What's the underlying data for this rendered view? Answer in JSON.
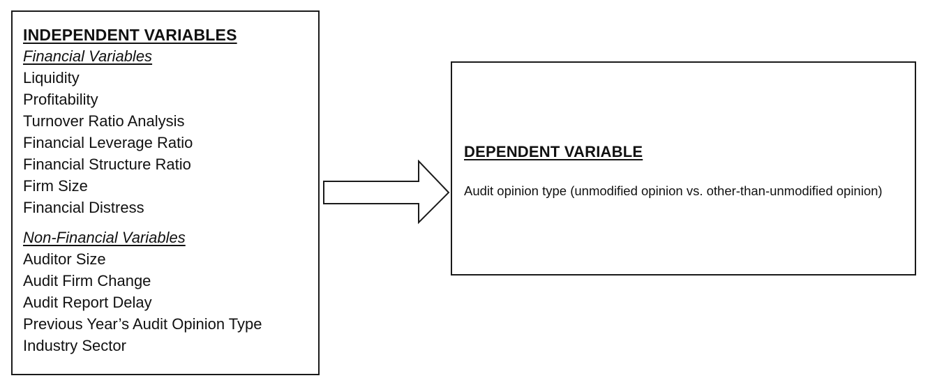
{
  "independent": {
    "heading": "INDEPENDENT VARIABLES",
    "financial": {
      "label": "Financial Variables",
      "items": [
        "Liquidity",
        "Profitability",
        "Turnover Ratio Analysis",
        "Financial Leverage Ratio",
        "Financial Structure Ratio",
        "Firm Size",
        "Financial Distress"
      ]
    },
    "non_financial": {
      "label": "Non-Financial Variables",
      "items": [
        "Auditor Size",
        "Audit Firm Change",
        "Audit Report Delay",
        "Previous Year’s Audit Opinion Type",
        "Industry Sector"
      ]
    }
  },
  "dependent": {
    "heading": "DEPENDENT VARIABLE",
    "description": "Audit opinion type (unmodified opinion vs. other-than-unmodified opinion)"
  },
  "colors": {
    "border": "#1a1a1a",
    "text": "#111111",
    "background": "#ffffff"
  }
}
